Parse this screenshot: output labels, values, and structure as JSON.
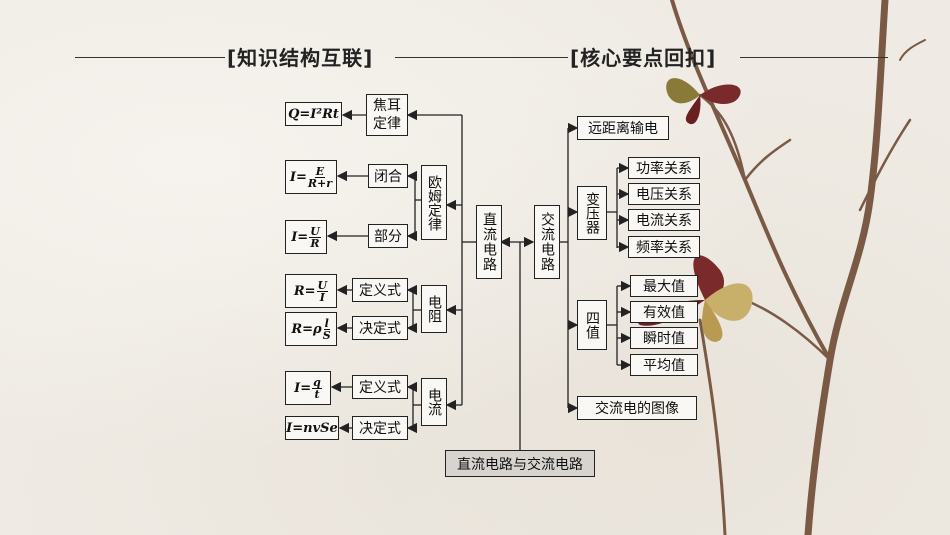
{
  "header": {
    "left_title": "[知识结构互联]",
    "right_title": "[核心要点回扣]"
  },
  "center": {
    "root": "直流电路与交流电路",
    "dc": "直流电路",
    "ac": "交流电路"
  },
  "dc_branch": {
    "joule": {
      "label": "焦耳定律",
      "formula": "Q=I²Rt"
    },
    "ohm": {
      "label": "欧姆定律",
      "closed": {
        "label": "闭合",
        "formula_lhs": "I=",
        "num": "E",
        "den": "R+r"
      },
      "part": {
        "label": "部分",
        "formula_lhs": "I=",
        "num": "U",
        "den": "R"
      }
    },
    "resistance": {
      "label": "电阻",
      "definition": {
        "label": "定义式",
        "formula_lhs": "R=",
        "num": "U",
        "den": "I"
      },
      "determining": {
        "label": "决定式",
        "formula_lhs": "R=ρ",
        "num": "l",
        "den": "S"
      }
    },
    "current": {
      "label": "电流",
      "definition": {
        "label": "定义式",
        "formula_lhs": "I=",
        "num": "q",
        "den": "t"
      },
      "determining": {
        "label": "决定式",
        "formula": "I=nvSe"
      }
    }
  },
  "ac_branch": {
    "long_distance": "远距离输电",
    "transformer": {
      "label": "变压器",
      "items": [
        "功率关系",
        "电压关系",
        "电流关系",
        "频率关系"
      ]
    },
    "four_values": {
      "label": "四值",
      "items": [
        "最大值",
        "有效值",
        "瞬时值",
        "平均值"
      ]
    },
    "graph": "交流电的图像"
  }
}
